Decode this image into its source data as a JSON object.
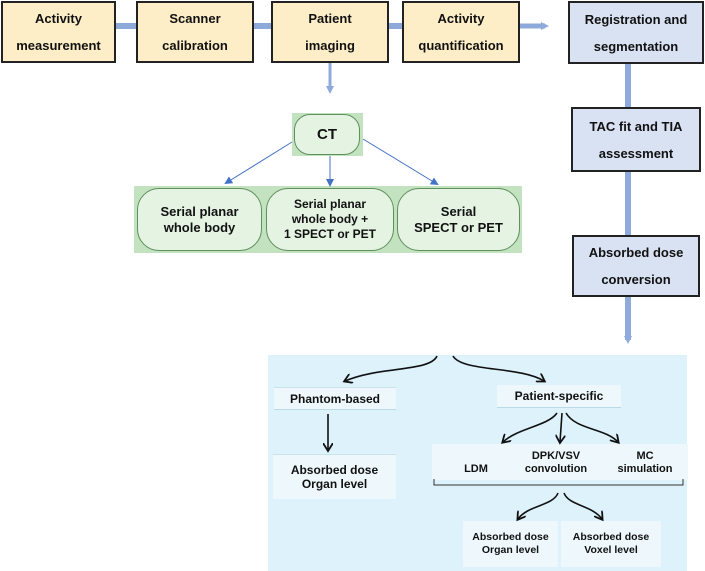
{
  "pipeline": {
    "steps": [
      {
        "line1": "Activity",
        "line2": "measurement"
      },
      {
        "line1": "Scanner",
        "line2": "calibration"
      },
      {
        "line1": "Patient",
        "line2": "imaging"
      },
      {
        "line1": "Activity",
        "line2": "quantification"
      }
    ],
    "right_steps": [
      {
        "line1": "Registration and",
        "line2": "segmentation"
      },
      {
        "line1": "TAC fit and TIA",
        "line2": "assessment"
      },
      {
        "line1": "Absorbed dose",
        "line2": "conversion"
      }
    ],
    "colors": {
      "step_fill": "#fdeec8",
      "right_fill": "#d9e2f3",
      "connector": "#8eaadb"
    }
  },
  "imaging": {
    "ct_label": "CT",
    "options": [
      {
        "lines": [
          "Serial planar",
          "whole body"
        ]
      },
      {
        "lines": [
          "Serial planar",
          "whole body +",
          "1 SPECT or PET"
        ]
      },
      {
        "lines": [
          "Serial",
          "SPECT or PET"
        ]
      }
    ],
    "colors": {
      "band": "#c3e3c0",
      "node": "#e4f3e2",
      "arrow": "#4472c4"
    }
  },
  "dosimetry": {
    "phantom_label": "Phantom-based",
    "patient_label": "Patient-specific",
    "phantom_result": [
      "Absorbed dose",
      "Organ level"
    ],
    "methods": [
      {
        "lines": [
          "LDM"
        ]
      },
      {
        "lines": [
          "DPK/VSV",
          "convolution"
        ]
      },
      {
        "lines": [
          "MC",
          "simulation"
        ]
      }
    ],
    "results": [
      {
        "lines": [
          "Absorbed dose",
          "Organ level"
        ]
      },
      {
        "lines": [
          "Absorbed dose",
          "Voxel level"
        ]
      }
    ],
    "colors": {
      "panel": "#ddf2fb",
      "box": "#eef8fc"
    }
  }
}
